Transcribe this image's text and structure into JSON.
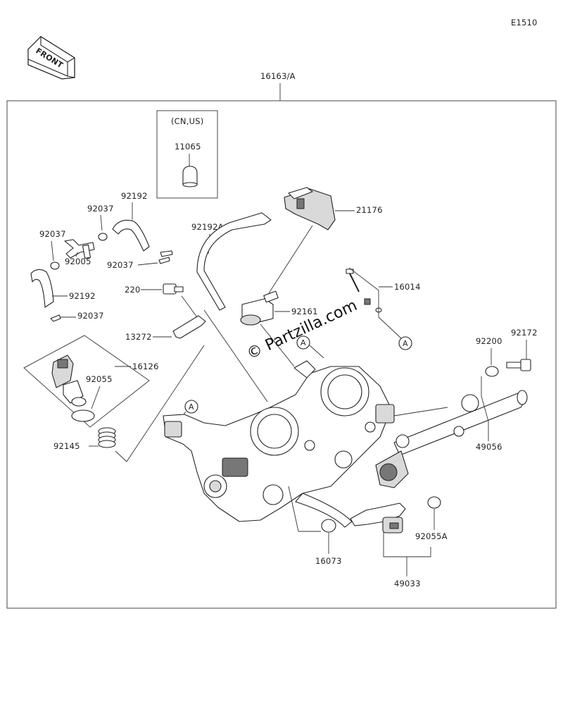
{
  "diagram_code": "E1510",
  "front_label": "FRONT",
  "assembly_label": "16163/A",
  "region_note": "(CN,US)",
  "watermark": "© Partzilla.com",
  "ref_marker": "A",
  "parts": {
    "p11065": "11065",
    "p92192_top": "92192",
    "p92037_a": "92037",
    "p92037_b": "92037",
    "p92005": "92005",
    "p92192_left": "92192",
    "p92037_c": "92037",
    "p92037_d": "92037",
    "p92192a": "92192A",
    "p21176": "21176",
    "p220": "220",
    "p16014": "16014",
    "p92161": "92161",
    "p13272": "13272",
    "p16126": "16126",
    "p92055": "92055",
    "p92145": "92145",
    "p92200": "92200",
    "p92172": "92172",
    "p49056": "49056",
    "p92055a": "92055A",
    "p16073": "16073",
    "p49033": "49033"
  }
}
